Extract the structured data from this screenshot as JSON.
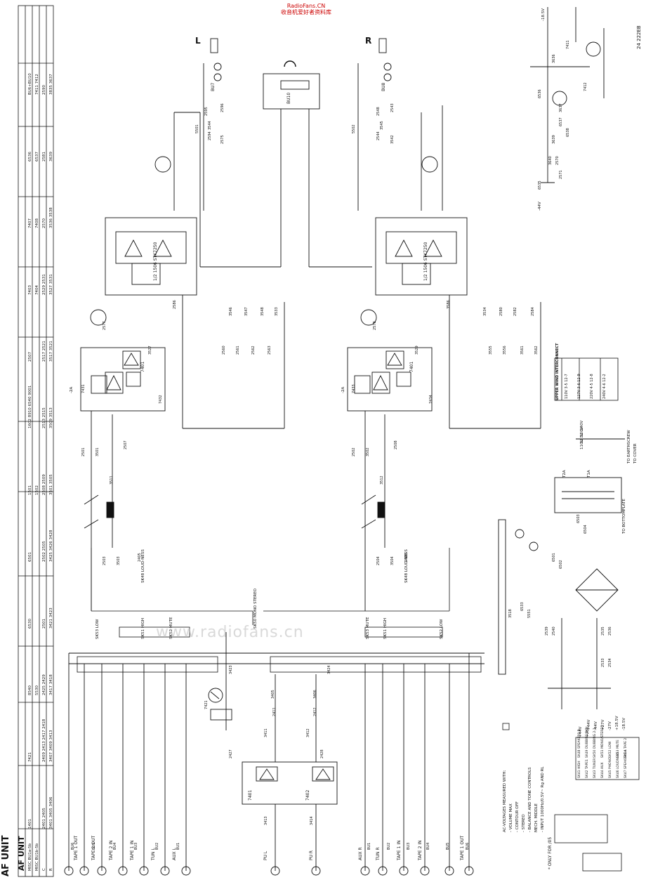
{
  "watermark": {
    "site": "RadioFans.CN",
    "tagline": "收音机爱好者资料库",
    "overlay": "www.radiofans.cn"
  },
  "unit_title": "AF UNIT",
  "drawing_code": "24 222EB",
  "channels": {
    "left": "L",
    "right": "R"
  },
  "connectors": {
    "headphones": "BU10",
    "speakers_left": "BU7",
    "speakers_right": "BU8",
    "front_left": [
      "BU6",
      "BU5",
      "BU4",
      "BU3",
      "BU2",
      "BU1"
    ],
    "front_right": [
      "BU1",
      "BU2",
      "BU3",
      "BU4",
      "BU5",
      "BU6"
    ]
  },
  "input_labels": {
    "left": [
      "TAPE 1 OUT",
      "TAPE 2 OUT",
      "TAPE 2 IN",
      "TAPE 1 IN",
      "TUN L",
      "AUX L",
      "PU L"
    ],
    "right": [
      "PU R",
      "AUX R",
      "TUN R",
      "TAPE 1 IN",
      "TAPE 2 IN",
      "TAPE 1 OUT"
    ]
  },
  "ics": {
    "power_amp_left": "1/2 1506 STK7250",
    "power_amp_right": "1/2 1506 STK7250",
    "tone_left": "7401",
    "tone_right": "7401",
    "preamp_left": "7401",
    "preamp_right": "7402"
  },
  "switches": {
    "left": [
      "SK53 LOW",
      "SK51 HIGH",
      "SK52 MUTE",
      "SK48 LOUD-NESS",
      "SK50 MONO STEREO"
    ],
    "right": [
      "SK53 MUTE",
      "SK51 HIGH",
      "SK52 LOW",
      "SK48 LOUD-NESS"
    ]
  },
  "power_supply": {
    "transformer_taps": [
      "110V",
      "127V",
      "220V",
      "240V"
    ],
    "rails": [
      "+44V",
      "-44V",
      "+27V",
      "-27V",
      "+18.5V",
      "-18.5V"
    ],
    "fuses": [
      "T2A",
      "T1A"
    ],
    "notes": [
      "TO EARTHSCREW",
      "TO COVER",
      "TO BOTTOMPLATE"
    ]
  },
  "rail_labels": [
    "-44V",
    "-18.5V",
    "+44V",
    "+28V",
    "-2A",
    "-2A"
  ],
  "wiring_table": {
    "title": "UPPER WIND INTERCONNECT",
    "rows": [
      "110V  3-5  12-7",
      "127V  3-6  12-9",
      "220V  4-5  12-8",
      "240V  4-6  12-2"
    ]
  },
  "notes": [
    "AC-VOLTAGES MEASURED WITH:",
    "- VOLUME MAX",
    "- CONTOUR OFF",
    "- STEREO",
    "- BALANCE AND TONE CONTROLS",
    "  MECH. MIDDLE",
    "- INPUT 1000Hz/0.5V~ Rg AND RL"
  ],
  "switch_legend": {
    "items": [
      "SK41 HIGH",
      "SK42 TAPE1",
      "SK43 TUNER",
      "SK44 AUX",
      "SK45 PHONO",
      "SK46 LOUDNESS",
      "SK47 SPEAKERS A",
      "SK48 SPEAKERS B",
      "SK49 DUBBING 1-2",
      "SK50 DUBBING 2-1",
      "SK51 MONO/STEREO",
      "SK52 LOW",
      "SK53 MUTE",
      "SK54 TAPE 2"
    ]
  },
  "only_for": "* ONLY FOR /05",
  "ref_table": {
    "rows": [
      [
        "AF UNIT",
        "",
        "",
        "",
        "",
        "",
        "",
        "",
        "",
        "",
        "",
        "",
        ""
      ],
      [
        "MISC BU1a-5b",
        "1401",
        "7421",
        "8540",
        "6530",
        "6501",
        "1501",
        "1602 8910 6540 9001",
        "2507",
        "7403",
        "7407",
        "6536",
        "BU6+BU10"
      ],
      [
        "MISC BU1b-5b",
        "",
        "",
        "5530",
        "",
        "",
        "1502",
        "",
        "",
        "7404",
        "7408",
        "6537",
        "7411 7412"
      ],
      [
        "C",
        "2401 2405",
        "2409 2413 2417 2418",
        "2425 2429",
        "2501",
        "2502 2505",
        "2508 2509",
        "2513 2515",
        "2517 2521",
        "2529 2531",
        "2570",
        "2581",
        "2590"
      ],
      [
        "R",
        "3401 3405 3406",
        "3407 3409 3413",
        "3417 3418",
        "3421 3423",
        "3425 3426 3428",
        "3501 3505",
        "3509 3513",
        "3517 3521",
        "3527 3531",
        "3536 3538",
        "3639",
        "3835 3637"
      ]
    ]
  },
  "component_labels": [
    "2595",
    "2596",
    "2594",
    "2575",
    "2548",
    "2543",
    "2544",
    "3542",
    "3544",
    "3545",
    "3546",
    "3547",
    "3548",
    "3533",
    "3534",
    "2580",
    "2582",
    "2584",
    "2586",
    "3586",
    "2560",
    "2561",
    "2562",
    "2563",
    "3555",
    "3556",
    "3561",
    "3562",
    "2577",
    "2578",
    "3527",
    "3529",
    "7431",
    "7433",
    "7432",
    "7434",
    "2507",
    "2508",
    "3511",
    "3512",
    "2501",
    "2502",
    "3501",
    "3502",
    "2503",
    "2504",
    "3503",
    "3504",
    "2405",
    "2406",
    "3405",
    "3406",
    "2411",
    "2412",
    "3411",
    "3412",
    "3413",
    "3414",
    "2427",
    "2428",
    "3423",
    "3424",
    "7421",
    "5501",
    "5502",
    "3636",
    "3637",
    "7411",
    "7412",
    "6536",
    "6537",
    "6538",
    "3639",
    "3640",
    "2570",
    "2571",
    "6535",
    "6533",
    "5551",
    "6501",
    "6502",
    "6503",
    "6504",
    "2539",
    "2540",
    "2535",
    "2536",
    "2533",
    "2534",
    "3518"
  ]
}
